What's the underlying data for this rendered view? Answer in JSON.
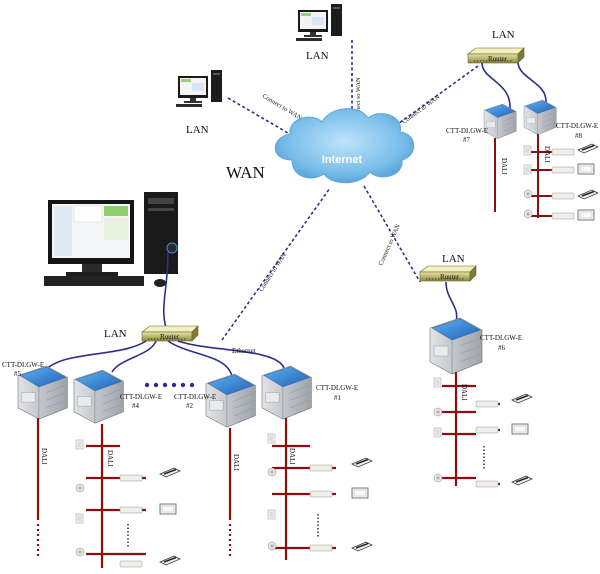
{
  "cloud": {
    "label": "Internet"
  },
  "wan": {
    "label": "WAN"
  },
  "lan_labels": [
    "LAN",
    "LAN",
    "LAN",
    "LAN",
    "LAN"
  ],
  "connect_label": "Connect to WAN",
  "router_label": "Router",
  "ethernet_label": "Ethernet",
  "dali_label": "DALI",
  "gateways": {
    "g5": {
      "name": "CTT-DLGW-E",
      "num": "#5"
    },
    "g4": {
      "name": "CTT-DLGW-E",
      "num": "#4"
    },
    "g2": {
      "name": "CTT-DLGW-E",
      "num": "#2"
    },
    "g1": {
      "name": "CTT-DLGW-E",
      "num": "#1"
    },
    "g6": {
      "name": "CTT-DLGW-E",
      "num": "#6"
    },
    "g7": {
      "name": "CTT-DLGW-E",
      "num": "#7"
    },
    "g8": {
      "name": "CTT-DLGW-E",
      "num": "#8"
    }
  },
  "colors": {
    "dali": "#8b0f0f",
    "lan_cable": "#2d2f8f",
    "wan_link": "#2b2f8c",
    "cloud": "#6fb5e6",
    "router": "#b8b46a",
    "gateway_body": "#c9ccd1",
    "gateway_top": "#3b8fd9"
  }
}
